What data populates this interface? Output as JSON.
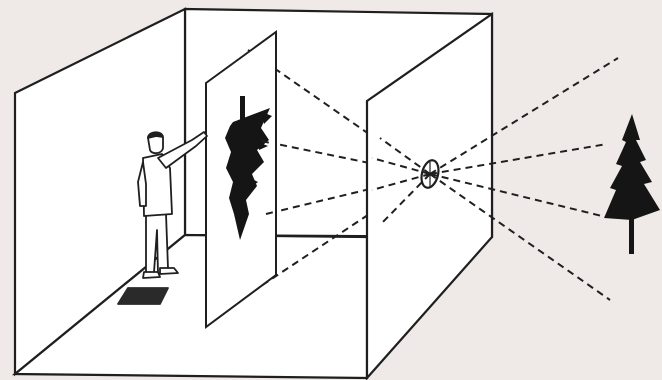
{
  "figure": {
    "subject": "camera-obscura-illustration",
    "colors": {
      "paper": "#efeae7",
      "room_wall": "#ffffff",
      "line": "#1f1f1f",
      "ink": "#151515",
      "floor_shadow": "#2a2a2a"
    },
    "icons": [
      "room-box",
      "projection-screen",
      "pinhole-aperture",
      "person-figure",
      "pine-tree",
      "inverted-tree-image",
      "light-ray"
    ]
  }
}
